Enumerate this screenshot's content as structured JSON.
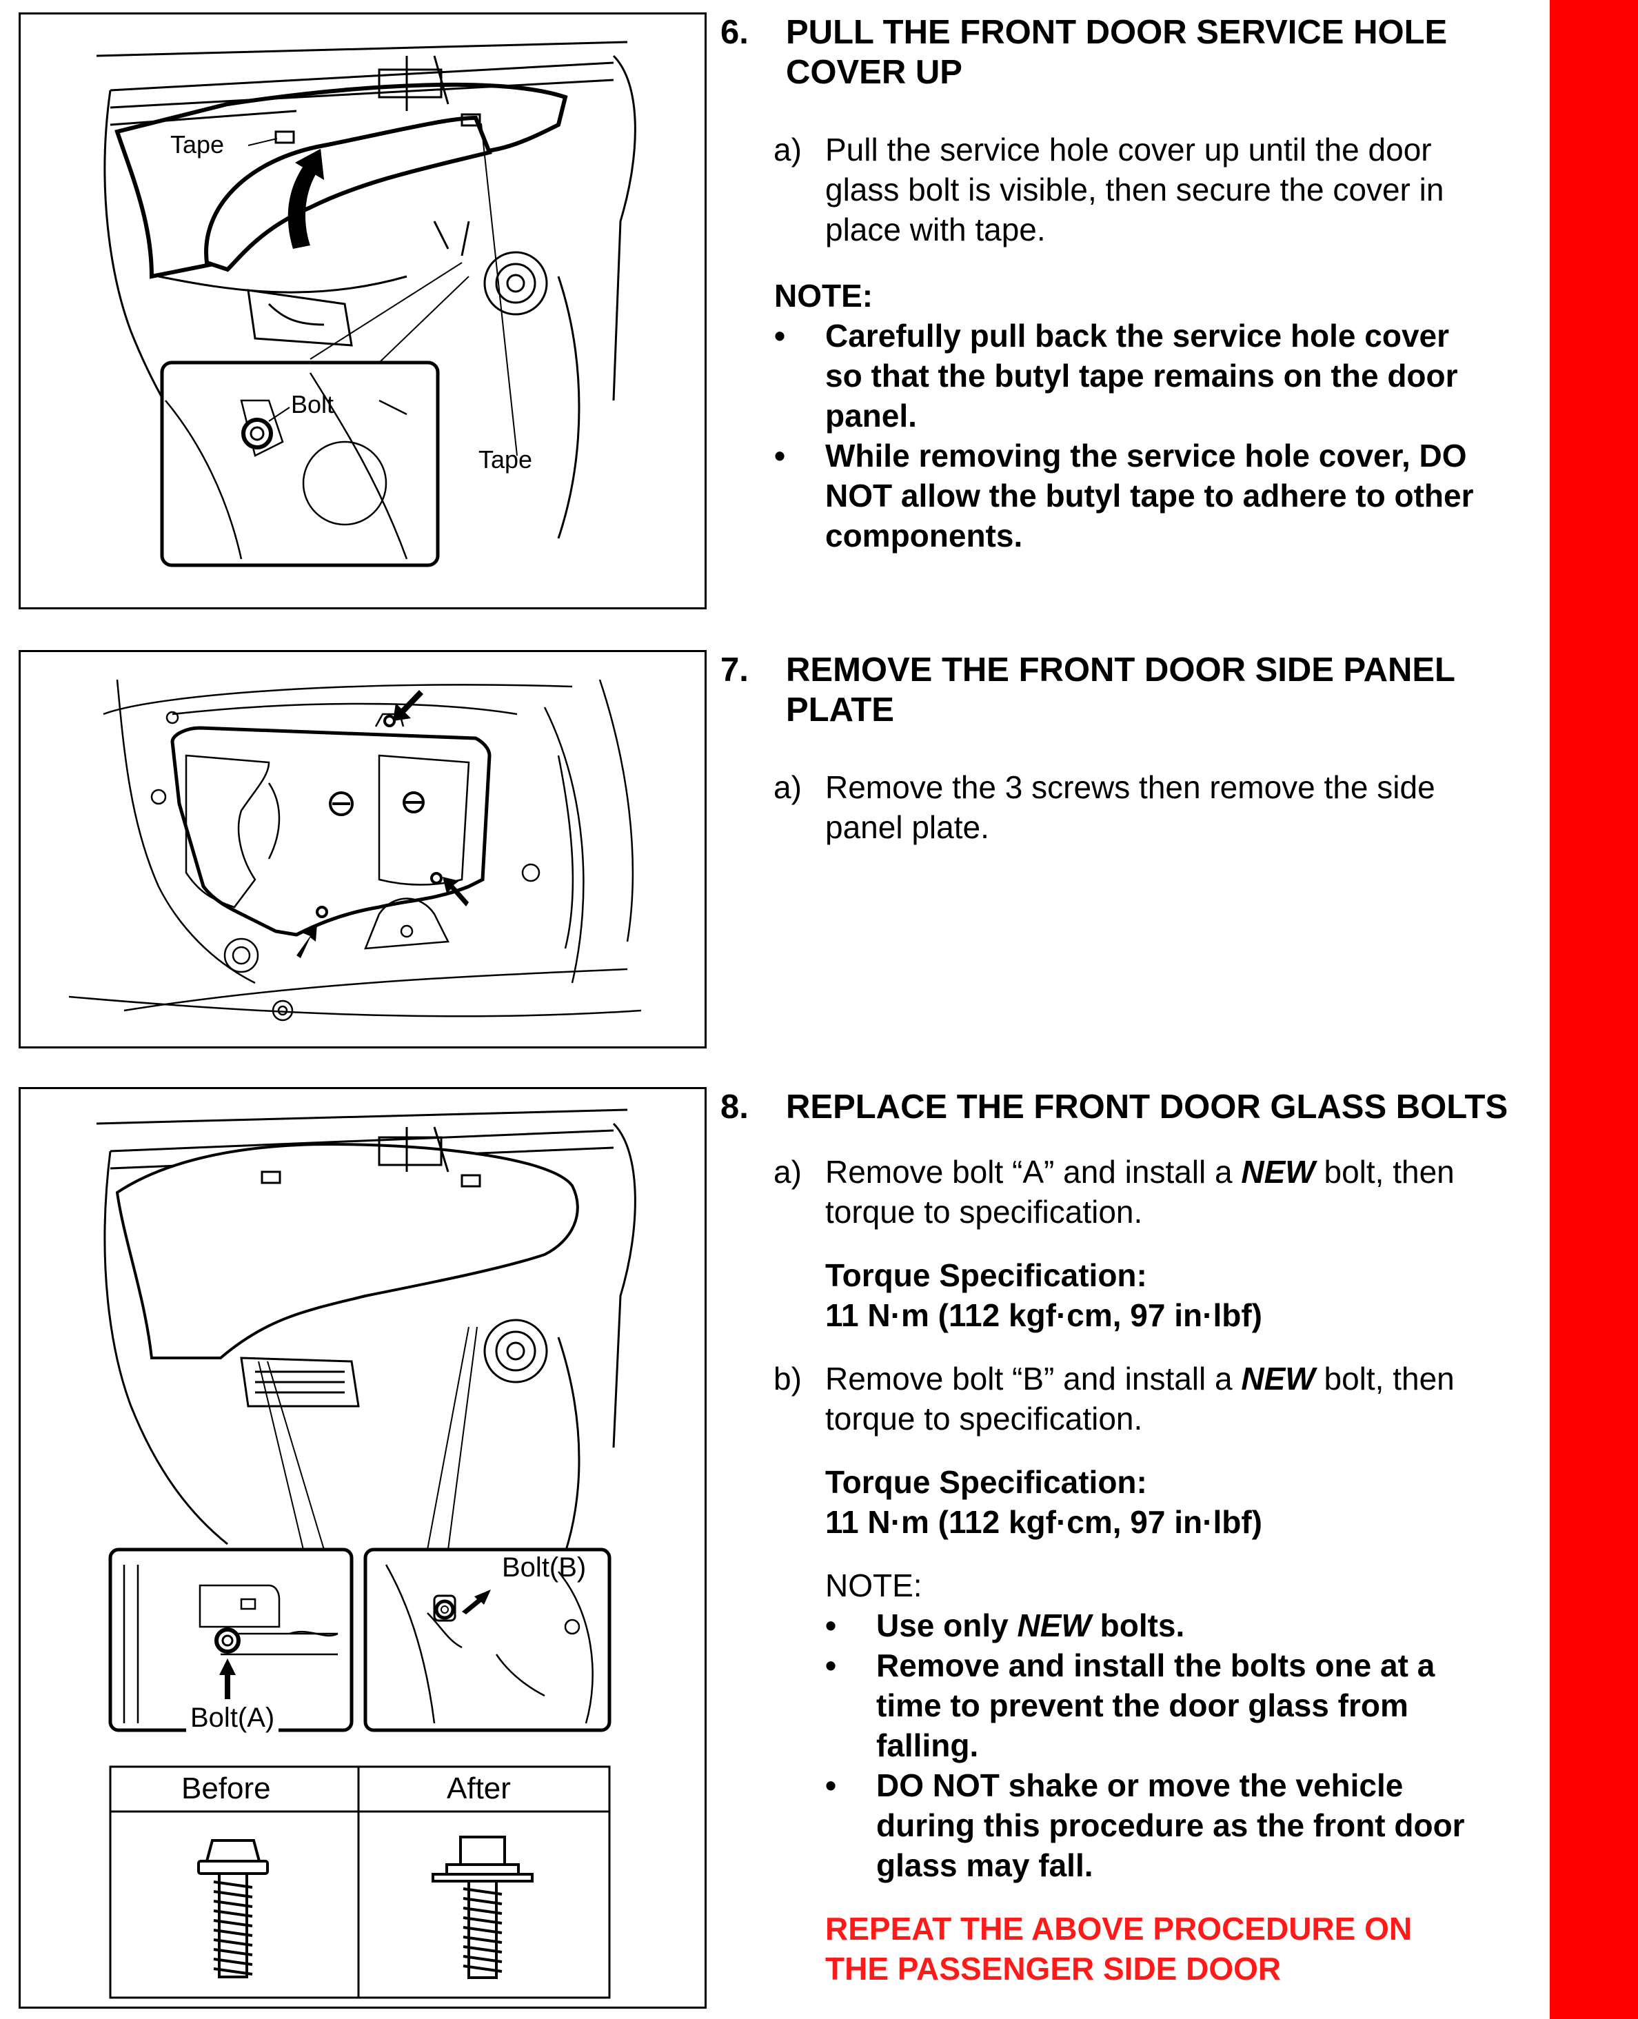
{
  "steps": [
    {
      "number": "6.",
      "title_line1": "PULL THE FRONT DOOR SERVICE HOLE",
      "title_line2": "COVER UP",
      "sub_a_letter": "a)",
      "sub_a": [
        "Pull the service hole cover up until the door",
        "glass bolt is visible, then secure the cover in",
        "place with tape."
      ],
      "note_title": "NOTE:",
      "notes": [
        [
          "Carefully pull back the service hole cover",
          "so that the butyl tape remains on the door",
          "panel."
        ],
        [
          "While removing the service hole cover, DO",
          "NOT allow the butyl tape to adhere to other",
          "components."
        ]
      ]
    },
    {
      "number": "7.",
      "title_line1": "REMOVE THE FRONT DOOR SIDE PANEL",
      "title_line2": "PLATE",
      "sub_a_letter": "a)",
      "sub_a": [
        "Remove the 3 screws then remove the side",
        "panel plate."
      ]
    },
    {
      "number": "8.",
      "title_line1": "REPLACE THE FRONT DOOR GLASS BOLTS",
      "sub_a_letter": "a)",
      "sub_a_pre": "Remove bolt “A” and install a ",
      "sub_a_em": "NEW",
      "sub_a_post": " bolt, then",
      "sub_a_line2": "torque to specification.",
      "spec_a_title": "Torque Specification:",
      "spec_a_value": "11 N·m (112 kgf·cm, 97 in·lbf)",
      "sub_b_letter": "b)",
      "sub_b_pre": "Remove bolt “B” and install a ",
      "sub_b_em": "NEW",
      "sub_b_post": " bolt, then",
      "sub_b_line2": "torque to specification.",
      "spec_b_title": "Torque Specification:",
      "spec_b_value": "11 N·m (112 kgf·cm, 97 in·lbf)",
      "note_title": "NOTE:",
      "note1_pre": "Use only ",
      "note1_em": "NEW",
      "note1_post": " bolts.",
      "note2": [
        "Remove and install the bolts one at a",
        "time to prevent the door glass from",
        "falling."
      ],
      "note3": [
        "DO NOT shake or move the vehicle",
        "during this procedure as the front door",
        "glass may fall."
      ],
      "repeat": [
        "REPEAT THE ABOVE PROCEDURE ON",
        "THE PASSENGER SIDE DOOR"
      ]
    }
  ],
  "figure_labels": {
    "tape_left": "Tape",
    "tape_right": "Tape",
    "bolt": "Bolt",
    "bolt_a": "Bolt(A)",
    "bolt_b": "Bolt(B)",
    "before": "Before",
    "after": "After"
  },
  "colors": {
    "side_bar": "#ff0000",
    "repeat_text": "#ff1a1a"
  }
}
